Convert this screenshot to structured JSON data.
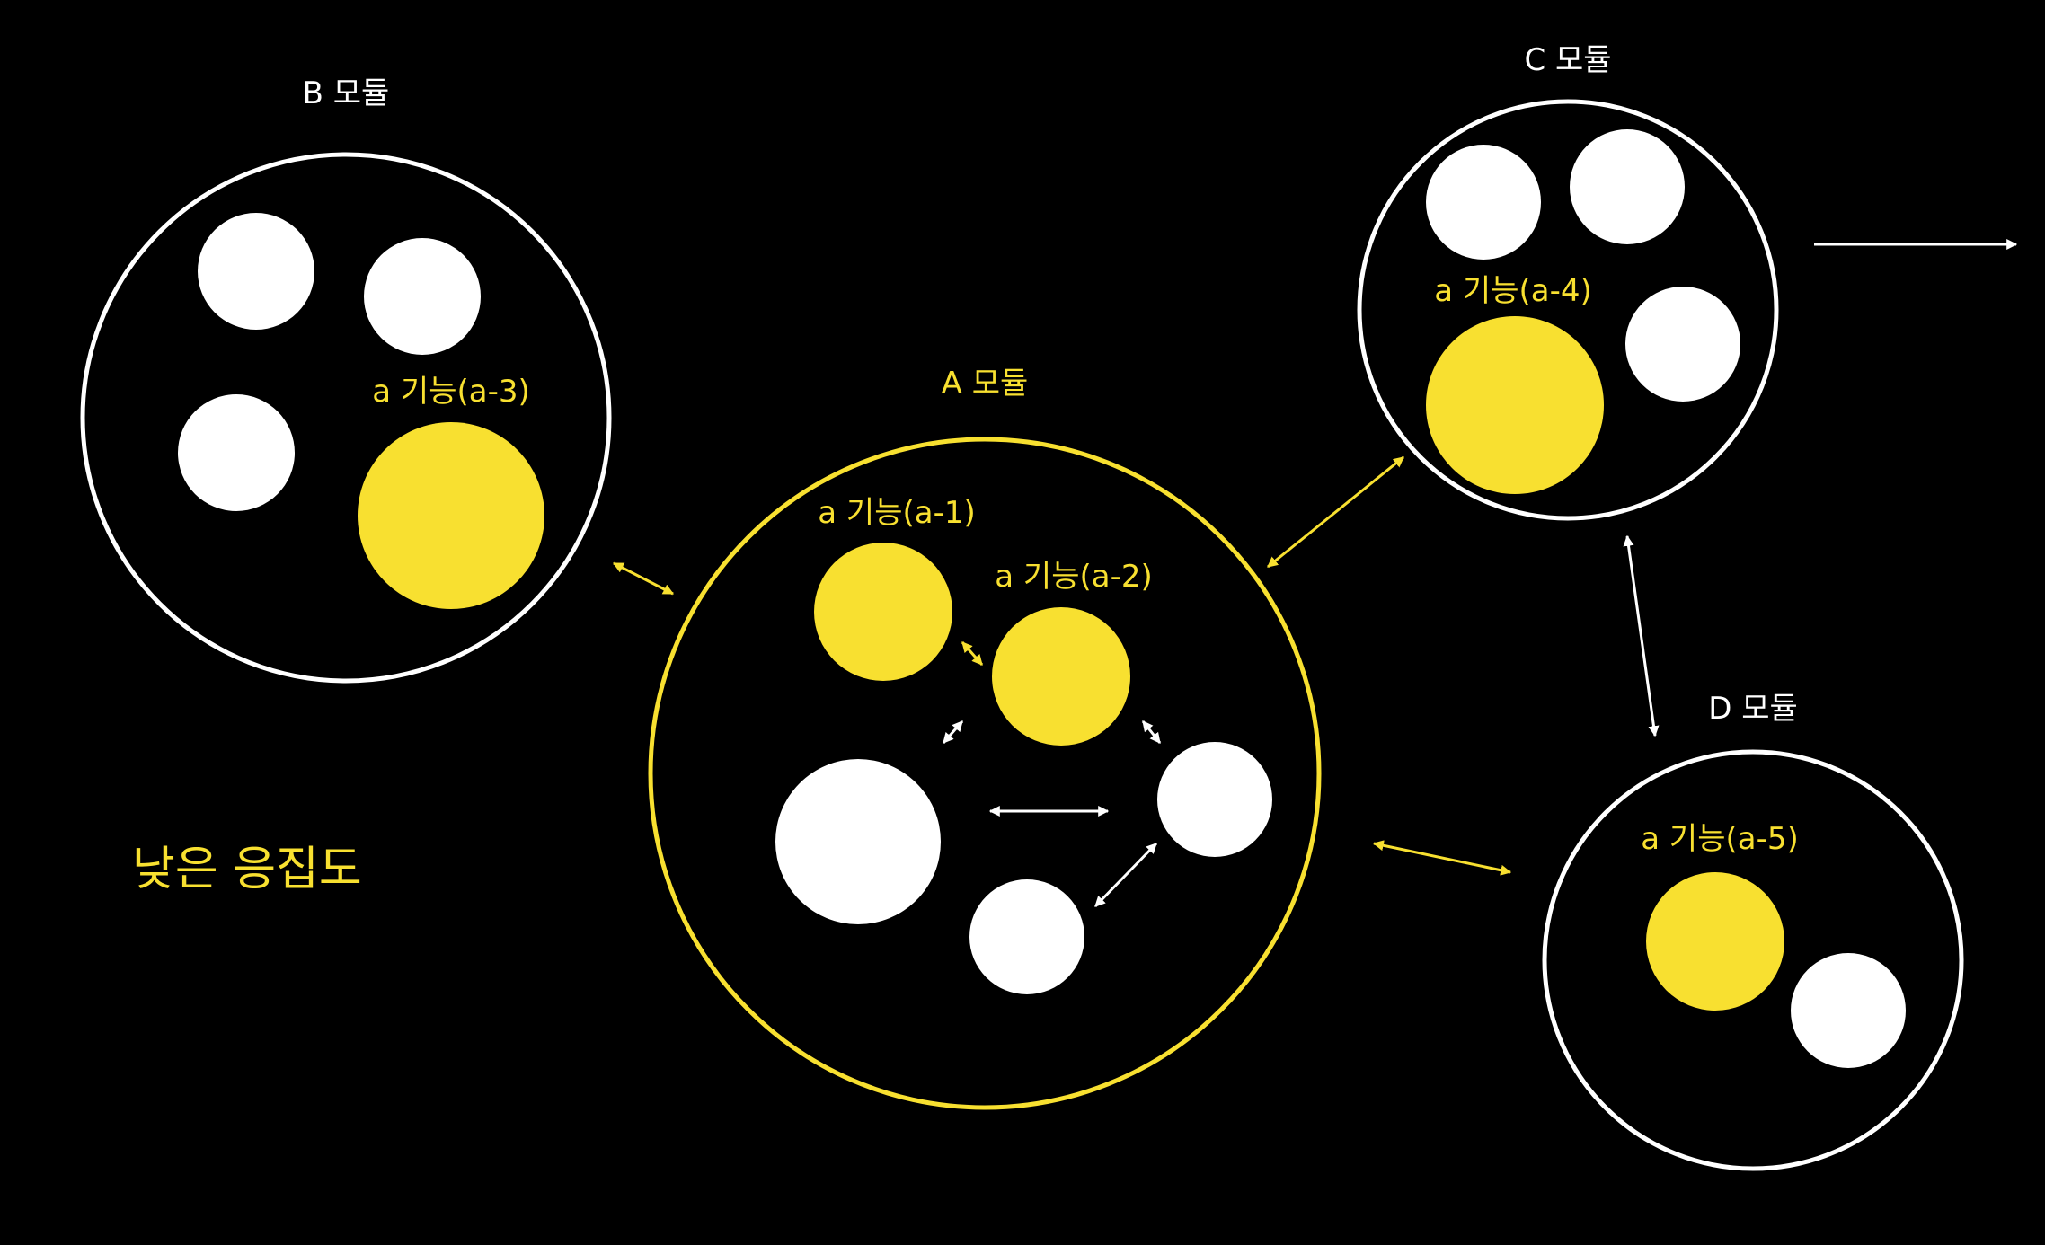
{
  "colors": {
    "background": "#000000",
    "white": "#ffffff",
    "yellow": "#f8e030"
  },
  "modules": {
    "a": {
      "label": "A 모듈"
    },
    "b": {
      "label": "B 모듈"
    },
    "c": {
      "label": "C 모듈"
    },
    "d": {
      "label": "D 모듈"
    }
  },
  "functions": {
    "a1": "a 기능(a-1)",
    "a2": "a 기능(a-2)",
    "a3": "a 기능(a-3)",
    "a4": "a 기능(a-4)",
    "a5": "a 기능(a-5)"
  },
  "caption": "낮은 응집도"
}
